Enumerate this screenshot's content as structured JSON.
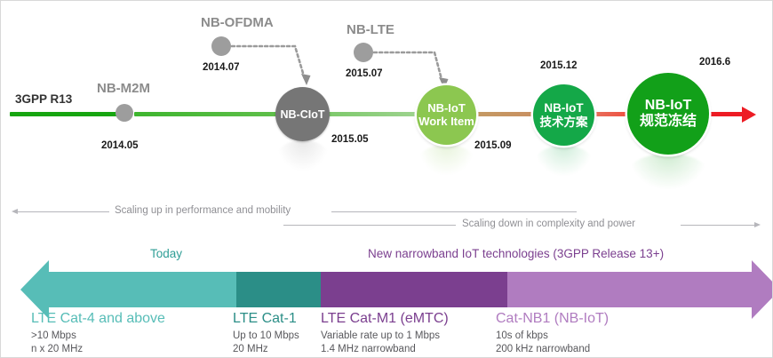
{
  "timeline": {
    "start_label": "3GPP R13",
    "nodes": [
      {
        "name": "NB-M2M",
        "date": "2014.05",
        "kind": "dot",
        "color": "#8c8c8c"
      },
      {
        "name": "NB-CIoT",
        "date": "2015.05",
        "kind": "circle",
        "color": "#767676",
        "lines": [
          "NB-CIoT"
        ]
      },
      {
        "name": "NB-IoT Work Item",
        "date": "2015.09",
        "kind": "circle",
        "color": "#8cc750",
        "lines": [
          "NB-IoT",
          "Work Item"
        ]
      },
      {
        "name": "NB-IoT 技术方案",
        "date": "2015.12",
        "kind": "circle",
        "color": "#14a848",
        "lines": [
          "NB-IoT",
          "技术方案"
        ]
      },
      {
        "name": "NB-IoT 规范冻结",
        "date": "2016.6",
        "kind": "circle",
        "color": "#12a019",
        "lines": [
          "NB-IoT",
          "规范冻结"
        ]
      }
    ],
    "satellites": [
      {
        "label": "NB-OFDMA",
        "date": "2014.07"
      },
      {
        "label": "NB-LTE",
        "date": "2015.07"
      }
    ],
    "track_colors": [
      "#16a510",
      "#5fbf4a",
      "#8fcf7e",
      "#c89a62",
      "#ef5b4a",
      "#ed1c24"
    ],
    "arrow_color": "#ed1c24"
  },
  "annotations": {
    "scaling_up": "Scaling up in performance and mobility",
    "scaling_down": "Scaling down in complexity and power"
  },
  "band": {
    "captions": [
      {
        "text": "Today",
        "color": "#2f9e96"
      },
      {
        "text": "New narrowband IoT technologies (3GPP Release 13+)",
        "color": "#7b3f8f"
      }
    ],
    "segments": [
      {
        "id": "lte-cat-4",
        "color": "#57bdb7"
      },
      {
        "id": "lte-cat-1",
        "color": "#2b8e87"
      },
      {
        "id": "lte-cat-m1",
        "color": "#7b3f8f"
      },
      {
        "id": "cat-nb1",
        "color": "#b07cc0"
      }
    ],
    "categories": [
      {
        "title": "LTE Cat-4 and above",
        "title_color": "#57bdb7",
        "lines": [
          "&gt;10 Mbps",
          "n x 20 MHz"
        ],
        "line1": ">10 Mbps",
        "line2": "n x 20 MHz"
      },
      {
        "title": "LTE Cat-1",
        "title_color": "#2b8e87",
        "line1": "Up to 10 Mbps",
        "line2": "20 MHz"
      },
      {
        "title": "LTE Cat-M1 (eMTC)",
        "title_color": "#7b3f8f",
        "line1": "Variable rate up to 1 Mbps",
        "line2": "1.4 MHz narrowband"
      },
      {
        "title": "Cat-NB1 (NB-IoT)",
        "title_color": "#b07cc0",
        "line1": "10s of kbps",
        "line2": "200 kHz narrowband"
      }
    ]
  }
}
